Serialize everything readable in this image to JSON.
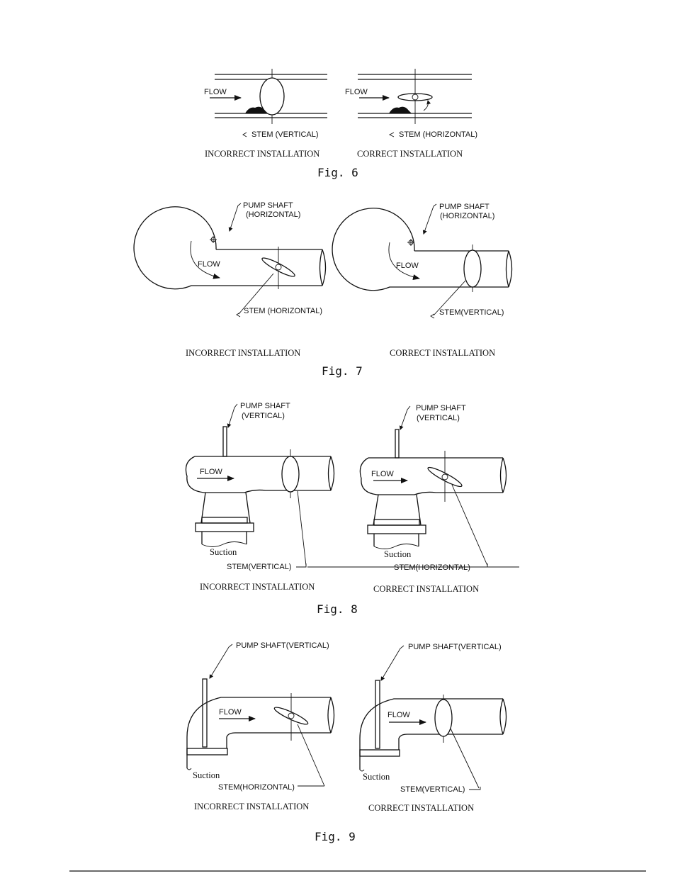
{
  "colors": {
    "ink": "#111111",
    "paper": "#ffffff"
  },
  "fig6": {
    "caption": "Fig. 6",
    "left": {
      "flow": "FLOW",
      "stem": "STEM (VERTICAL)",
      "installation": "INCORRECT INSTALLATION"
    },
    "right": {
      "flow": "FLOW",
      "stem": "STEM (HORIZONTAL)",
      "installation": "CORRECT INSTALLATION"
    }
  },
  "fig7": {
    "caption": "Fig. 7",
    "left": {
      "shaft_line1": "PUMP SHAFT",
      "shaft_line2": "(HORIZONTAL)",
      "flow": "FLOW",
      "stem": "STEM (HORIZONTAL)",
      "installation": "INCORRECT INSTALLATION"
    },
    "right": {
      "shaft_line1": "PUMP SHAFT",
      "shaft_line2": "(HORIZONTAL)",
      "flow": "FLOW",
      "stem": "STEM(VERTICAL)",
      "installation": "CORRECT INSTALLATION"
    }
  },
  "fig8": {
    "caption": "Fig. 8",
    "left": {
      "shaft_line1": "PUMP SHAFT",
      "shaft_line2": "(VERTICAL)",
      "flow": "FLOW",
      "suction": "Suction",
      "stem": "STEM(VERTICAL)",
      "installation": "INCORRECT INSTALLATION"
    },
    "right": {
      "shaft_line1": "PUMP SHAFT",
      "shaft_line2": "(VERTICAL)",
      "flow": "FLOW",
      "suction": "Suction",
      "stem": "STEM(HORIZONTAL)",
      "installation": "CORRECT INSTALLATION"
    }
  },
  "fig9": {
    "caption": "Fig. 9",
    "left": {
      "shaft": "PUMP SHAFT(VERTICAL)",
      "flow": "FLOW",
      "suction": "Suction",
      "stem": "STEM(HORIZONTAL)",
      "installation": "INCORRECT INSTALLATION"
    },
    "right": {
      "shaft": "PUMP SHAFT(VERTICAL)",
      "flow": "FLOW",
      "suction": "Suction",
      "stem": "STEM(VERTICAL)",
      "installation": "CORRECT INSTALLATION"
    }
  }
}
